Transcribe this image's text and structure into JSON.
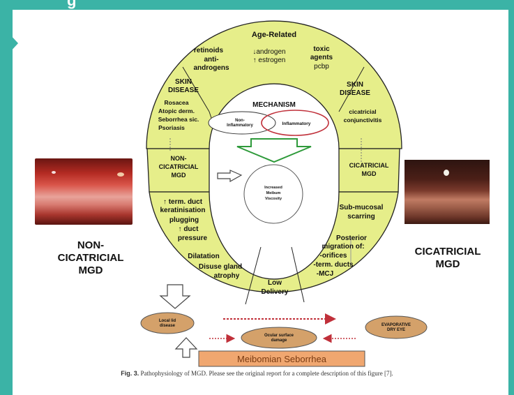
{
  "header_fragment": "g",
  "ring": {
    "top_title": "Age-Related",
    "retinoids": "retinoids",
    "anti": "anti-",
    "androgens": "androgens",
    "androgen": "↓androgen",
    "estrogen": "↑ estrogen",
    "toxic": "toxic",
    "agents": "agents",
    "pcbp": "pcbp",
    "skin_left_1": "SKIN",
    "skin_left_2": "DISEASE",
    "skin_right_1": "SKIN",
    "skin_right_2": "DISEASE",
    "rosacea": "Rosacea",
    "atopic": "Atopic derm.",
    "seborrhea": "Seborrhea sic.",
    "psoriasis": "Psoriasis",
    "cicatricial_conj_1": "cicatricial",
    "cicatricial_conj_2": "conjunctivitis",
    "mechanism": "MECHANISM",
    "non_inflammatory_1": "Non-",
    "non_inflammatory_2": "Inflammatory",
    "inflammatory": "Inflammatory",
    "non_cicatricial_box_1": "NON-",
    "non_cicatricial_box_2": "CICATRICIAL",
    "non_cicatricial_box_3": "MGD",
    "cicatricial_box_1": "CICATRICIAL",
    "cicatricial_box_2": "MGD",
    "meibum_1": "Increased",
    "meibum_2": "Meibum",
    "meibum_3": "Viscosity",
    "left_lower_1": "↑ term. duct",
    "left_lower_2": "keratinisation",
    "left_lower_3": "plugging",
    "left_lower_4": "↑ duct",
    "left_lower_5": "pressure",
    "left_lower_6": "Dilatation",
    "left_lower_7": "Disuse gland",
    "left_lower_8": "atrophy",
    "low_delivery_1": "Low",
    "low_delivery_2": "Delivery",
    "right_lower_1": "Sub-mucosal",
    "right_lower_2": "scarring",
    "right_lower_3": "Posterior",
    "right_lower_4": "migration of:",
    "right_lower_5": "-orifices",
    "right_lower_6": "-term. ducts",
    "right_lower_7": "-MCJ"
  },
  "bottom": {
    "local_lid_1": "Local lid",
    "local_lid_2": "disease",
    "ocular_1": "Ocular surface",
    "ocular_2": "damage",
    "evaporative_1": "EVAPORATIVE",
    "evaporative_2": "DRY EYE",
    "seborrhea_box": "Meibomian Seborrhea"
  },
  "side_labels": {
    "left_1": "NON-",
    "left_2": "CICATRICIAL",
    "left_3": "MGD",
    "right_1": "CICATRICIAL",
    "right_2": "MGD"
  },
  "caption": {
    "fig": "Fig. 3.",
    "text": "Pathophysiology of MGD. Please see the original report for a complete description of this figure [7]."
  },
  "colors": {
    "teal": "#3bb3a6",
    "yellow": "#e6ee8a",
    "tan": "#d4a16a",
    "orange_box": "#f0a770",
    "red_ellipse": "#c0303a",
    "green_arrow": "#2e9a3a",
    "dashed_red": "#c0303a"
  }
}
